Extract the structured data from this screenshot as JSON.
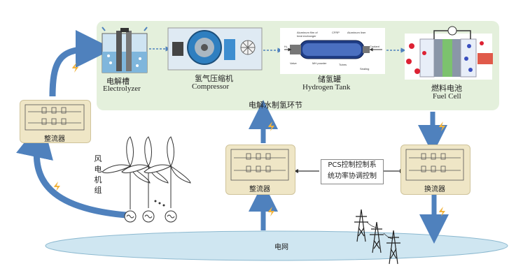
{
  "section_title": "电解水制氢环节",
  "components": {
    "electrolyzer": {
      "zh": "电解槽",
      "en": "Electrolyzer"
    },
    "compressor": {
      "zh": "氢气压缩机",
      "en": "Compressor"
    },
    "tank": {
      "zh": "储氢罐",
      "en": "Hydrogen Tank"
    },
    "fuel_cell": {
      "zh": "燃料电池",
      "en": "Fuel Cell"
    }
  },
  "tank_labels": {
    "top_left": "Aluminum film of",
    "top_left2": "heat exchanger",
    "top_mid": "CFRP",
    "top_right": "Aluminum liner",
    "h2": "H₂",
    "coolant": "Coolant",
    "valve": "Valve",
    "powder": "MH powder",
    "tubes": "Tubes",
    "sealing": "Sealing"
  },
  "rectifier_left": "整流器",
  "rectifier_mid": "整流器",
  "inverter": "换流器",
  "wind": "风电机组",
  "pcs_line1": "PCS控制控制系",
  "pcs_line2": "统功率协调控制",
  "grid": "电网",
  "colors": {
    "arrow": "#4f81bd",
    "panel": "#e4f0dc",
    "box": "#efe6c6",
    "grid": "#cfe6f1"
  }
}
